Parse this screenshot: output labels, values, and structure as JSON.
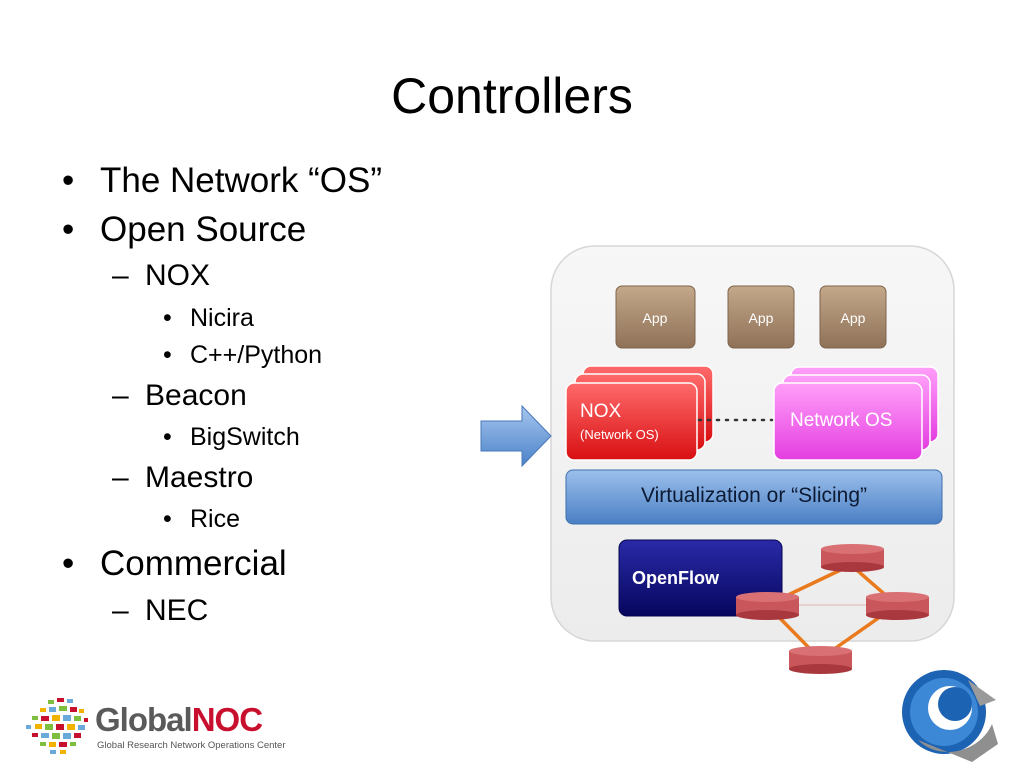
{
  "slide": {
    "title": "Controllers",
    "bullets": [
      {
        "text": "The Network “OS”",
        "level": 1
      },
      {
        "text": "Open Source",
        "level": 1
      },
      {
        "text": "NOX",
        "level": 2
      },
      {
        "text": "Nicira",
        "level": 3
      },
      {
        "text": "C++/Python",
        "level": 3
      },
      {
        "text": "Beacon",
        "level": 2
      },
      {
        "text": "BigSwitch",
        "level": 3
      },
      {
        "text": "Maestro",
        "level": 2
      },
      {
        "text": "Rice",
        "level": 3
      },
      {
        "text": "Commercial",
        "level": 1
      },
      {
        "text": "NEC",
        "level": 2
      }
    ],
    "bullet_markers": {
      "level1": "•",
      "level2": "–",
      "level3": "•"
    }
  },
  "diagram": {
    "apps": [
      "App",
      "App",
      "App"
    ],
    "nox_label": "NOX",
    "nox_sublabel": "(Network OS)",
    "network_os_label": "Network OS",
    "virtualization_label": "Virtualization or “Slicing”",
    "openflow_label": "OpenFlow",
    "colors": {
      "panel": "#f2f2f2",
      "app": "#a88a6c",
      "nox": "#ee2a2a",
      "network_os": "#f06bee",
      "virtualization": "#5b8fd0",
      "openflow": "#0c0c8a",
      "switch": "#c9565b",
      "link": "#ea7a1e",
      "arrow": "#5b8fd0"
    }
  },
  "logo": {
    "brand_part1": "Global",
    "brand_part2": "NOC",
    "tagline": "Global Research Network Operations Center"
  }
}
